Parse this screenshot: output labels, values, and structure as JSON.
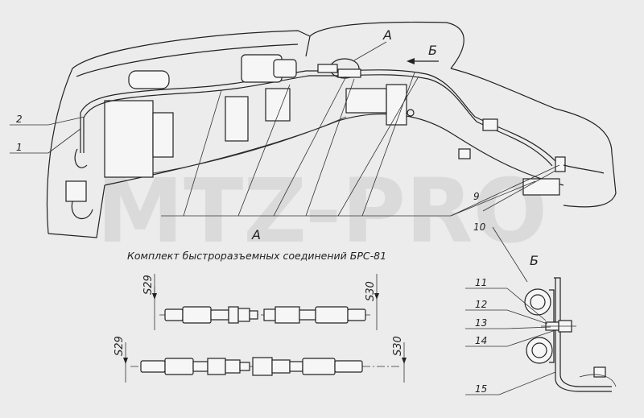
{
  "watermark": "MTZ-PRO",
  "view_labels": {
    "a_top": "А",
    "b_top": "Б",
    "a_bottom": "А",
    "b_detail": "Б"
  },
  "caption": "Комплект быстроразъемных соединений БРС-81",
  "callouts": {
    "c1": "1",
    "c2": "2",
    "c9": "9",
    "c10": "10",
    "c11": "11",
    "c12": "12",
    "c13": "13",
    "c14": "14",
    "c15": "15"
  },
  "dims": {
    "s29_top": "S29",
    "s30_top": "S30",
    "s29_bottom": "S29",
    "s30_bottom": "S30"
  }
}
